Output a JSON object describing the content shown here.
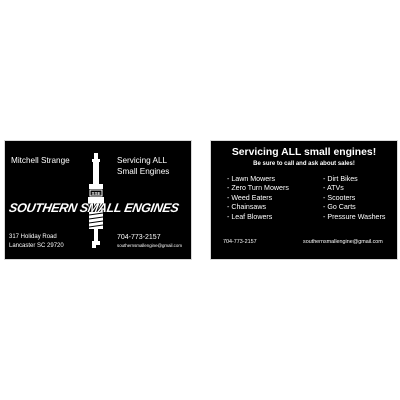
{
  "front": {
    "name": "Mitchell Strange",
    "service_line1": "Servicing ALL",
    "service_line2": "Small Engines",
    "brand": "SOUTHERN SMALL ENGINES",
    "logo_badge": "SSE",
    "address_line1": "317 Holiday Road",
    "address_line2": "Lancaster SC 29720",
    "phone": "704-773-2157",
    "email": "southernsmallengine@gmail.com"
  },
  "back": {
    "headline": "Servicing ALL small engines!",
    "subline": "Be sure to call and ask about sales!",
    "services_left": [
      "- Lawn Mowers",
      "- Zero Turn Mowers",
      "- Weed Eaters",
      "- Chainsaws",
      "- Leaf Blowers"
    ],
    "services_right": [
      "- Dirt Bikes",
      "- ATVs",
      "- Scooters",
      "- Go Carts",
      "- Pressure Washers"
    ],
    "phone": "704-773-2157",
    "email": "southernsmallengine@gmail.com"
  },
  "colors": {
    "card_bg": "#000000",
    "text": "#ffffff",
    "page_bg": "#ffffff"
  }
}
